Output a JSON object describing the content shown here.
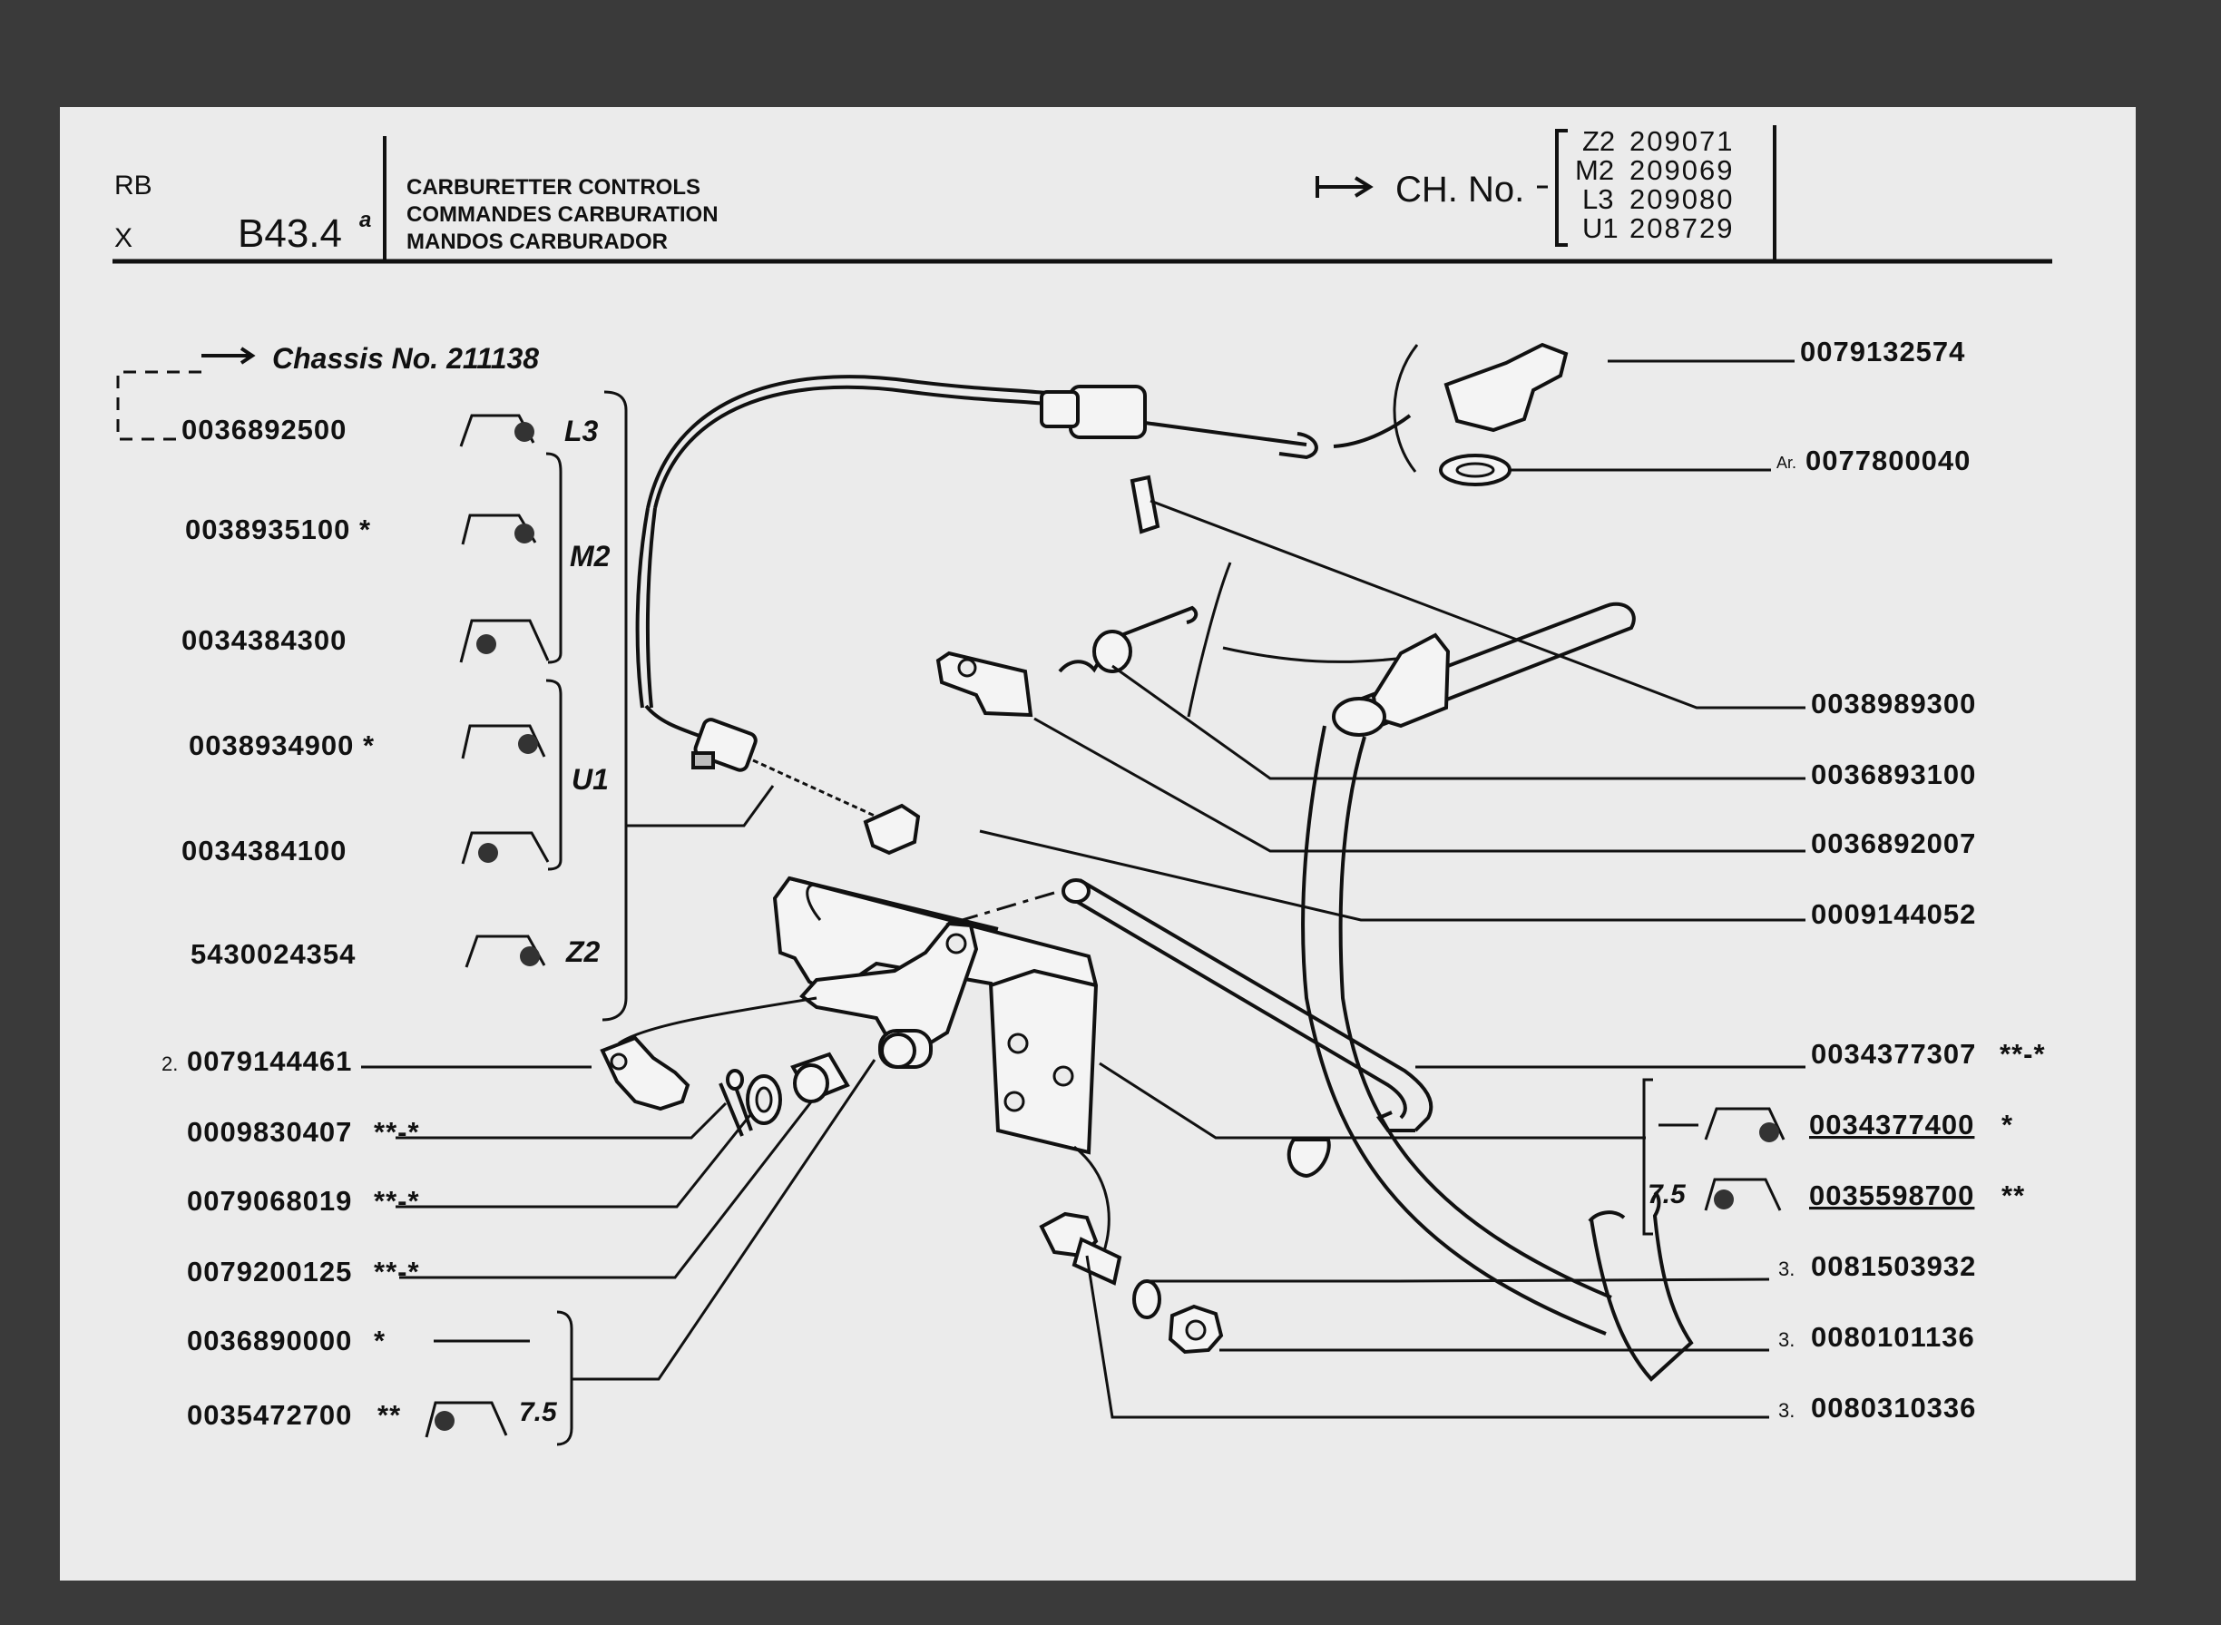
{
  "header": {
    "code_left_top": "RB",
    "code_left_bottom": "X",
    "page_code": "B43.4",
    "page_suffix": "a",
    "titles": [
      "CARBURETTER CONTROLS",
      "COMMANDES CARBURATION",
      "MANDOS CARBURADOR"
    ],
    "ch_label": "CH. No.",
    "chassis_list": [
      {
        "model": "Z2",
        "number": "209071"
      },
      {
        "model": "M2",
        "number": "209069"
      },
      {
        "model": "L3",
        "number": "209080"
      },
      {
        "model": "U1",
        "number": "208729"
      }
    ]
  },
  "chassis_note": "Chassis No. 211138",
  "left_group": {
    "items": [
      {
        "part": "0036892500",
        "model": "L3"
      },
      {
        "part": "0038935100 *",
        "model": "M2"
      },
      {
        "part": "0034384300",
        "model": ""
      },
      {
        "part": "0038934900 *",
        "model": "U1"
      },
      {
        "part": "0034384100",
        "model": ""
      },
      {
        "part": "5430024354",
        "model": "Z2"
      }
    ]
  },
  "left_parts": [
    {
      "prefix": "2.",
      "part": "0079144461",
      "suffix": ""
    },
    {
      "prefix": "",
      "part": "0009830407",
      "suffix": "**-*"
    },
    {
      "prefix": "",
      "part": "0079068019",
      "suffix": "**-*"
    },
    {
      "prefix": "",
      "part": "0079200125",
      "suffix": "**-*"
    },
    {
      "prefix": "",
      "part": "0036890000",
      "suffix": "*"
    },
    {
      "prefix": "",
      "part": "0035472700",
      "suffix": "**",
      "value": "7.5"
    }
  ],
  "right_parts": [
    {
      "prefix": "",
      "part": "0079132574",
      "suffix": ""
    },
    {
      "prefix": "Ar.",
      "part": "0077800040",
      "suffix": ""
    },
    {
      "prefix": "",
      "part": "0038989300",
      "suffix": ""
    },
    {
      "prefix": "",
      "part": "0036893100",
      "suffix": ""
    },
    {
      "prefix": "",
      "part": "0036892007",
      "suffix": ""
    },
    {
      "prefix": "",
      "part": "0009144052",
      "suffix": ""
    },
    {
      "prefix": "",
      "part": "0034377307",
      "suffix": "**-*"
    },
    {
      "prefix": "",
      "part": "0034377400",
      "suffix": "*"
    },
    {
      "prefix": "",
      "part": "0035598700",
      "suffix": "**",
      "value": "7.5"
    },
    {
      "prefix": "3.",
      "part": "0081503932",
      "suffix": ""
    },
    {
      "prefix": "3.",
      "part": "0080101136",
      "suffix": ""
    },
    {
      "prefix": "3.",
      "part": "0080310336",
      "suffix": ""
    }
  ],
  "colors": {
    "paper": "#ebebeb",
    "ink": "#111111",
    "background": "#3a3a3a"
  }
}
